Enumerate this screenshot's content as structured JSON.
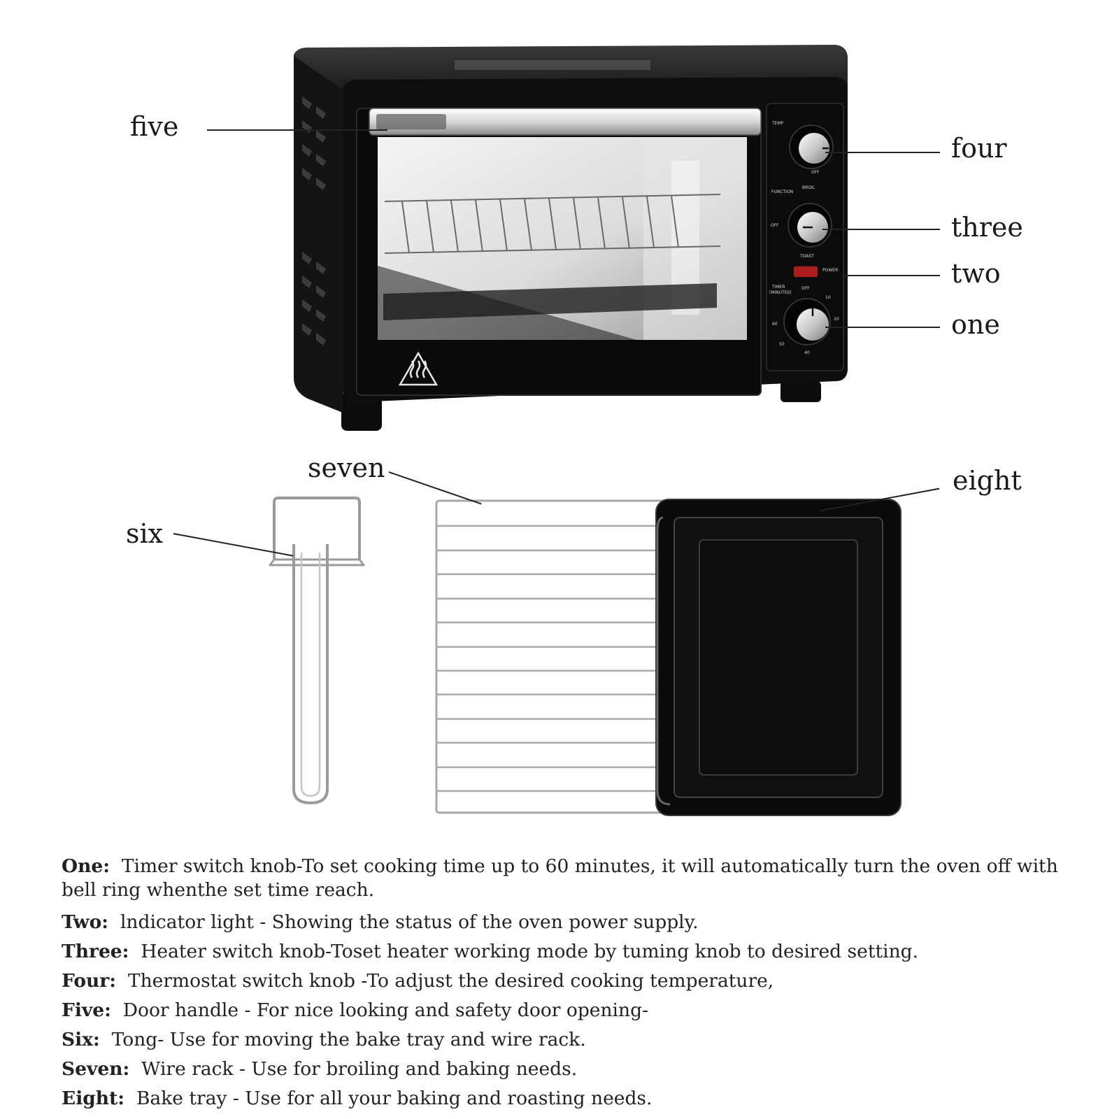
{
  "callouts": {
    "one": "one",
    "two": "two",
    "three": "three",
    "four": "four",
    "five": "five",
    "six": "six",
    "seven": "seven",
    "eight": "eight"
  },
  "panel": {
    "temp": "TEMP",
    "function": "FUNCTION",
    "broil": "BROIL",
    "toast": "TOAST",
    "off": "OFF",
    "power": "POWER",
    "timer": "TIMER",
    "minutes": "(MINUTES)",
    "t10": "10",
    "t20": "20",
    "t40": "40",
    "t50": "50",
    "t60": "60"
  },
  "descriptions": [
    {
      "key": "One:",
      "text": "Timer switch knob-To set cooking time up to 60 minutes, it will automatically turn the oven off with bell ring whenthe set time reach."
    },
    {
      "key": "Two:",
      "text": "lndicator light - Showing the status of the oven power supply."
    },
    {
      "key": "Three:",
      "text": "Heater switch knob-Toset heater working mode by tuming knob to desired setting."
    },
    {
      "key": "Four:",
      "text": "Thermostat switch knob -To adjust the desired cooking temperature,"
    },
    {
      "key": "Five:",
      "text": "Door handle - For nice looking and safety door opening-"
    },
    {
      "key": "Six:",
      "text": "Tong- Use for moving the bake tray and wire rack."
    },
    {
      "key": "Seven:",
      "text": "Wire rack - Use for broiling and baking needs."
    },
    {
      "key": "Eight:",
      "text": "Bake tray - Use for all your baking and roasting needs."
    }
  ],
  "colors": {
    "oven_body": "#111111",
    "chrome": "#c8c8c8",
    "power_light": "#b01a1a"
  }
}
